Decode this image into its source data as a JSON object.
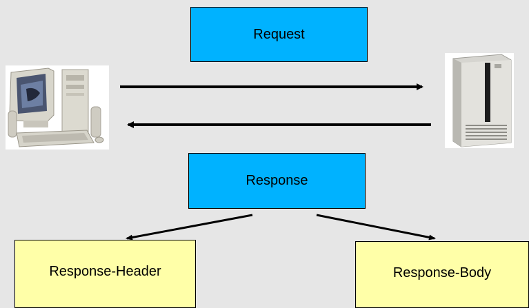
{
  "diagram": {
    "request_label": "Request",
    "response_label": "Response",
    "response_header_label": "Response-Header",
    "response_body_label": "Response-Body"
  },
  "icons": {
    "client": "desktop-computer-icon",
    "server": "server-tower-icon"
  },
  "colors": {
    "background": "#e6e6e6",
    "box_blue": "#00b2ff",
    "box_yellow": "#ffffa8",
    "arrow": "#000000"
  }
}
